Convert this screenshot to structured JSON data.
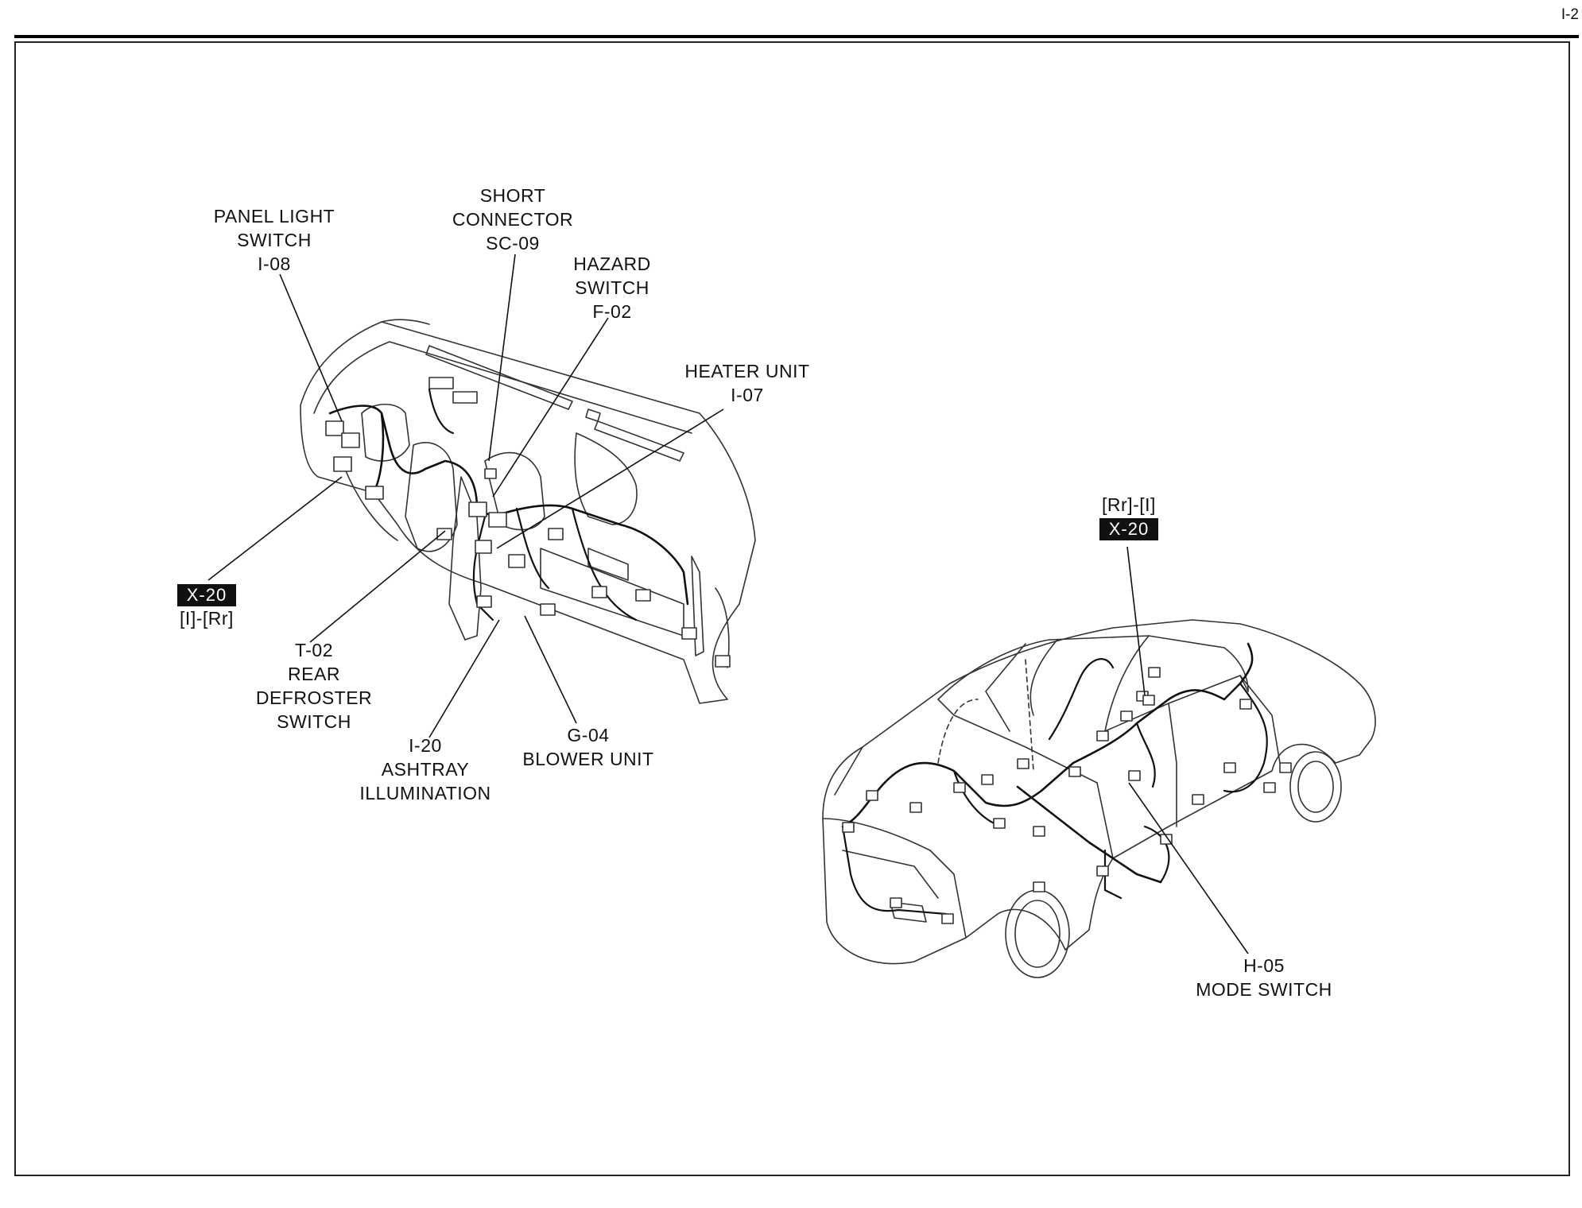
{
  "page": {
    "number": "I-2"
  },
  "callouts": {
    "panel_light_switch": {
      "lines": [
        "PANEL LIGHT",
        "SWITCH",
        "I-08"
      ]
    },
    "short_connector": {
      "lines": [
        "SHORT",
        "CONNECTOR",
        "SC-09"
      ]
    },
    "hazard_switch": {
      "lines": [
        "HAZARD",
        "SWITCH",
        "F-02"
      ]
    },
    "heater_unit": {
      "lines": [
        "HEATER UNIT",
        "I-07"
      ]
    },
    "x20_left": {
      "badge": "X-20",
      "sub": "[I]-[Rr]"
    },
    "rear_defroster": {
      "lines": [
        "T-02",
        "REAR",
        "DEFROSTER",
        "SWITCH"
      ]
    },
    "ashtray": {
      "lines": [
        "I-20",
        "ASHTRAY",
        "ILLUMINATION"
      ]
    },
    "blower_unit": {
      "lines": [
        "G-04",
        "BLOWER UNIT"
      ]
    },
    "x20_right": {
      "sub": "[Rr]-[I]",
      "badge": "X-20"
    },
    "mode_switch": {
      "lines": [
        "H-05",
        "MODE SWITCH"
      ]
    }
  },
  "colors": {
    "ink": "#111111",
    "badge_bg": "#111111",
    "badge_text": "#ffffff",
    "paper": "#ffffff"
  }
}
